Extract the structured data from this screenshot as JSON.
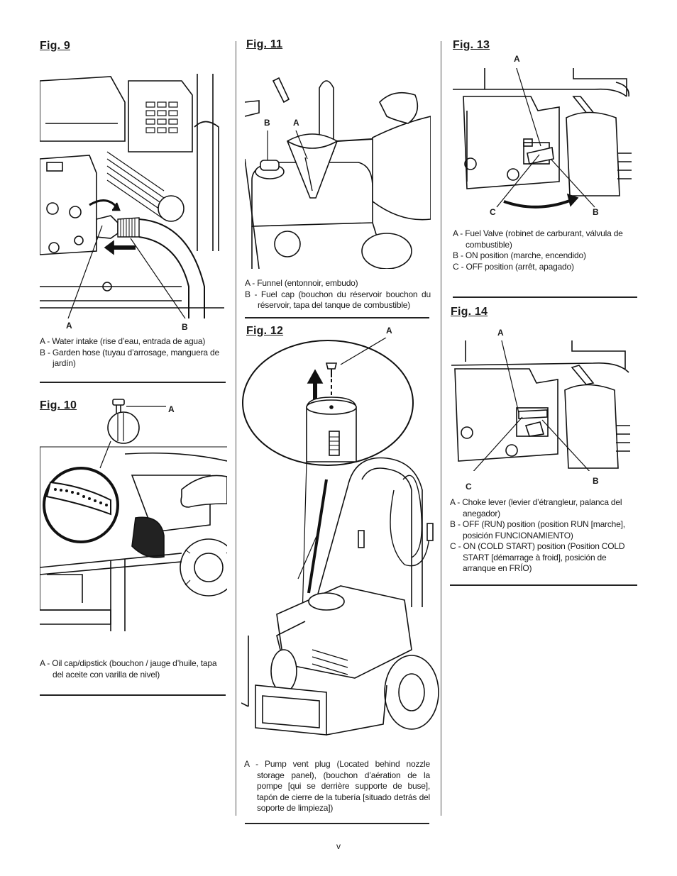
{
  "fig9": {
    "title": "Fig. 9",
    "callout_a": "A",
    "callout_b": "B",
    "legend": [
      "A - Water intake (rise d’eau, entrada de agua)",
      "B - Garden hose (tuyau d’arrosage, manguera de jardín)"
    ]
  },
  "fig10": {
    "title": "Fig. 10",
    "callout_a": "A",
    "legend": [
      "A - Oil cap/dipstick (bouchon / jauge d’huile, tapa del aceite con varilla de nivel)"
    ]
  },
  "fig11": {
    "title": "Fig. 11",
    "callout_a": "A",
    "callout_b": "B",
    "legend": [
      "A - Funnel (entonnoir, embudo)",
      "B - Fuel cap (bouchon du réservoir bouchon du réservoir, tapa del tanque de combustible)"
    ]
  },
  "fig12": {
    "title": "Fig. 12",
    "callout_a": "A",
    "legend": [
      "A - Pump vent plug (Located behind nozzle storage panel), (bouchon d’aération de la pompe [qui se derrière supporte de buse], tapón de cierre de la tubería [situado detrás del soporte de limpieza])"
    ]
  },
  "fig13": {
    "title": "Fig. 13",
    "callout_a": "A",
    "callout_b": "B",
    "callout_c": "C",
    "legend": [
      "A - Fuel Valve (robinet de carburant, válvula de combustible)",
      "B - ON position (marche, encendido)",
      "C - OFF position (arrêt, apagado)"
    ]
  },
  "fig14": {
    "title": "Fig. 14",
    "callout_a": "A",
    "callout_b": "B",
    "callout_c": "C",
    "legend": [
      "A - Choke lever (levier d’étrangleur, palanca del anegador)",
      "B - OFF (RUN) position (position RUN [marche], posición FUNCIONAMIENTO)",
      "C - ON (COLD START) position (Position COLD START [démarrage à froid], posición de arranque en FRÍO)"
    ]
  },
  "page_number": "v"
}
